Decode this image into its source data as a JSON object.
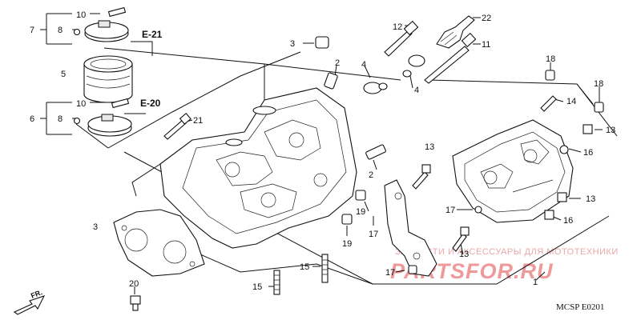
{
  "diagram": {
    "callouts": {
      "c1": "1",
      "c2a": "2",
      "c2b": "2",
      "c3a": "3",
      "c3b": "3",
      "c4a": "4",
      "c4b": "4",
      "c5": "5",
      "c6": "6",
      "c7": "7",
      "c8a": "8",
      "c8b": "8",
      "c10a": "10",
      "c10b": "10",
      "c11": "11",
      "c12": "12",
      "c13a": "13",
      "c13b": "13",
      "c13c": "13",
      "c13d": "13",
      "c14": "14",
      "c15a": "15",
      "c15b": "15",
      "c16a": "16",
      "c16b": "16",
      "c17a": "17",
      "c17b": "17",
      "c17c": "17",
      "c18a": "18",
      "c18b": "18",
      "c19a": "19",
      "c19b": "19",
      "c20": "20",
      "c21": "21",
      "c22": "22"
    },
    "refs": {
      "e21": "E-21",
      "e20": "E-20"
    },
    "direction": "FR.",
    "code": "MCSP   E0201",
    "watermark": {
      "top": "ЗАПЧАСТИ И АКСЕССУАРЫ ДЛЯ МОТОТЕХНИКИ",
      "brand": "PARTSFOR.RU"
    }
  }
}
